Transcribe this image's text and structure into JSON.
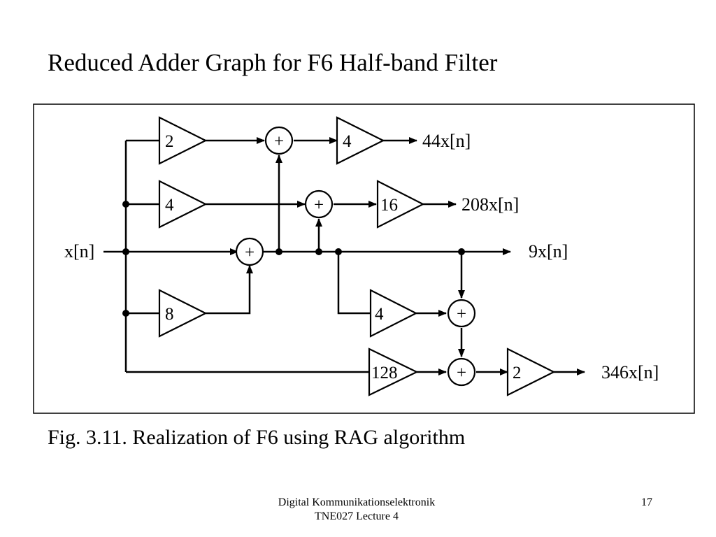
{
  "slide": {
    "title": "Reduced Adder Graph for F6 Half-band Filter",
    "caption": "Fig. 3.11. Realization of F6 using RAG algorithm",
    "footer_line1": "Digital Kommunikationselektronik",
    "footer_line2": "TNE027 Lecture 4",
    "page_number": "17"
  },
  "diagram": {
    "input_label": "x[n]",
    "adder_symbol": "+",
    "gains": {
      "g_top": "2",
      "g_mid": "4",
      "g_eight": "8",
      "g_out44": "4",
      "g_out208": "16",
      "g_low4": "4",
      "g_128": "128",
      "g_out346": "2"
    },
    "outputs": {
      "y44": "44x[n]",
      "y208": "208x[n]",
      "y9": "9x[n]",
      "y346": "346x[n]"
    }
  }
}
